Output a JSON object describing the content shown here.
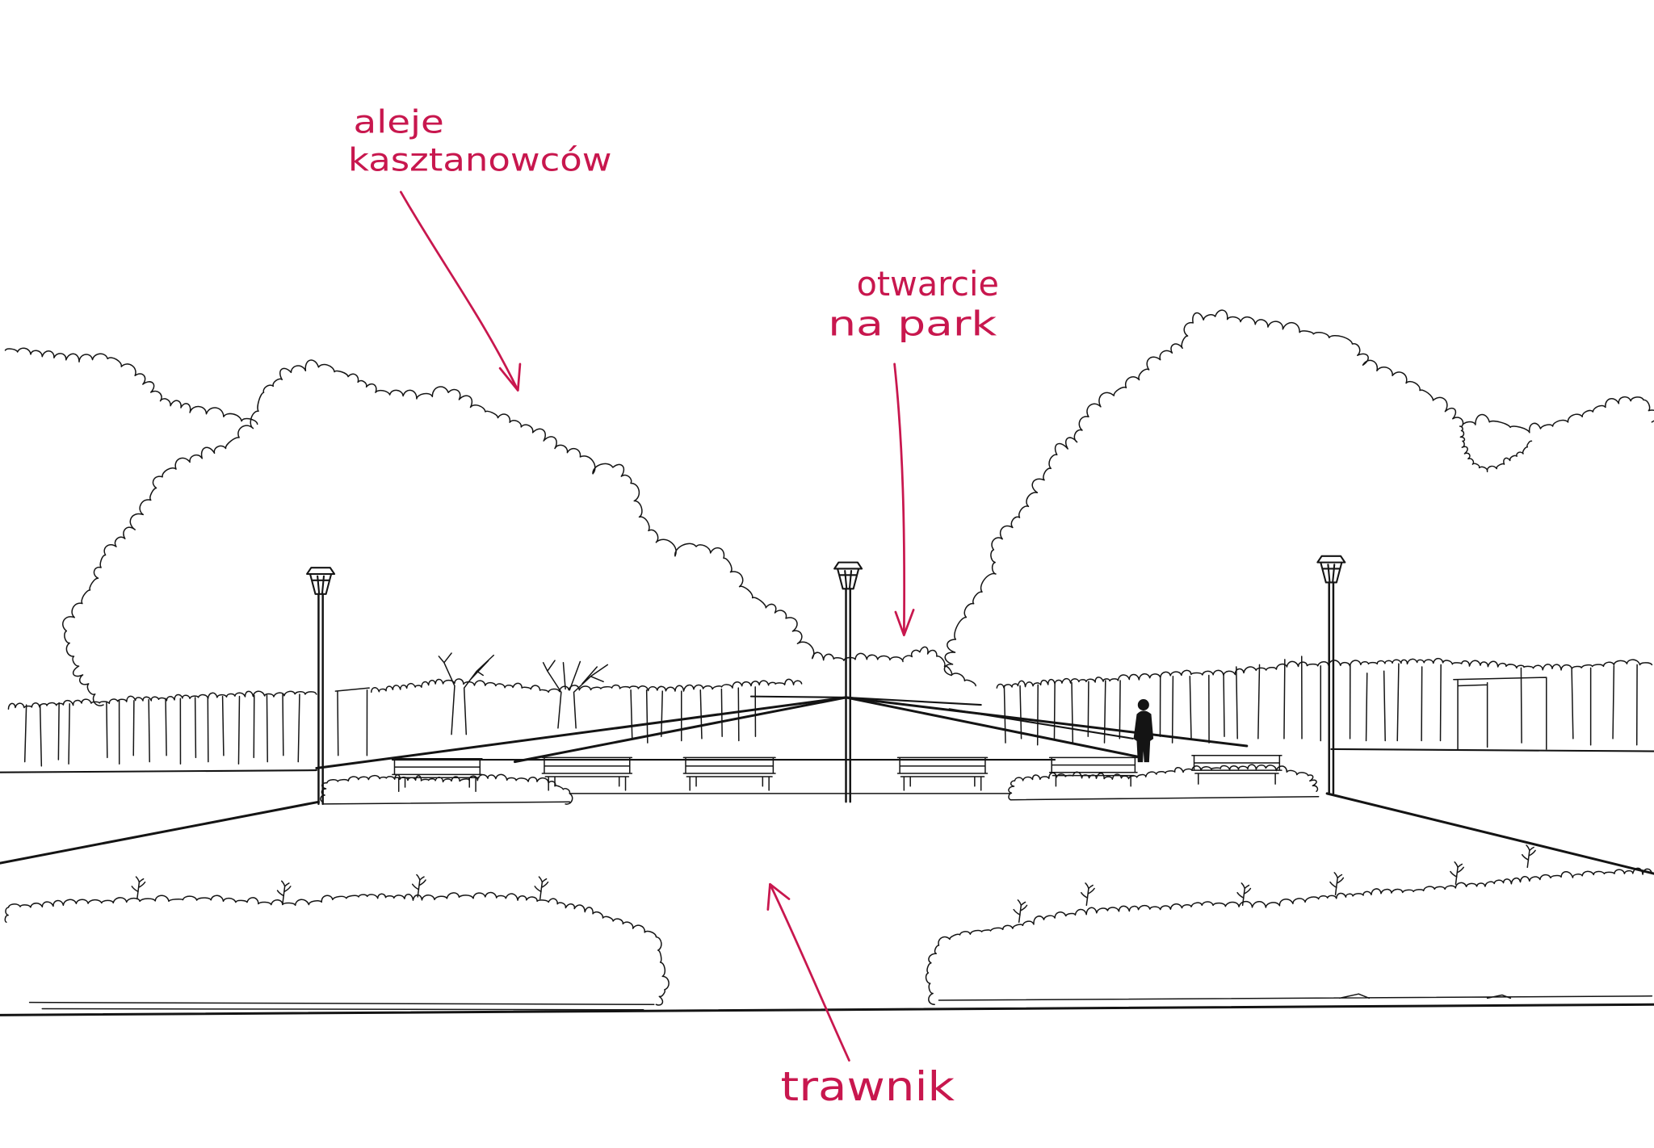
{
  "annotations": {
    "alleys": {
      "line1": "aleje",
      "line2": "kasztanowców"
    },
    "opening": {
      "line1": "otwarcie",
      "line2": "na park"
    },
    "lawn": {
      "label": "trawnik"
    }
  },
  "colors": {
    "ink": "#141414",
    "annotation": "#c8174e",
    "paper": "#ffffff"
  }
}
